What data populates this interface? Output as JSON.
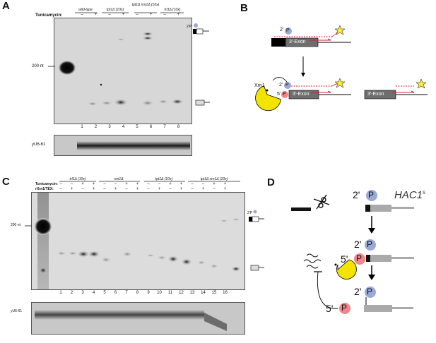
{
  "panels": {
    "A": {
      "letter": "A",
      "tunicamycin_label": "Tunicamycin:",
      "groups": [
        "wild-type",
        "tpt1Δ (10x)",
        "tpt1Δ xrn1Δ (10x)",
        "trl1Δ (10x)"
      ],
      "treatment": [
        "–",
        "+",
        "–",
        "+",
        "–",
        "+",
        "–",
        "+"
      ],
      "size_marker": "200 nt",
      "lanes": [
        "1",
        "2",
        "3",
        "4",
        "5",
        "6",
        "7",
        "8"
      ],
      "loading_control": "yU6-61",
      "phosphate_label": "2'P"
    },
    "B": {
      "letter": "B",
      "phosphate_2": "2'",
      "phosphate_p": "P",
      "exon": "3'-Exon",
      "enzyme": "Xrn1",
      "phosphate_5": "5'",
      "phosphate_5p": "P"
    },
    "C": {
      "letter": "C",
      "tunicamycin_label": "Tunicamycin:",
      "rxrn1_label": "rXrn1/TEX:",
      "groups": [
        "trl1Δ (10x)",
        "xrn1Δ",
        "tpt1Δ (10x)",
        "tpt1Δ xrn1Δ (10x)"
      ],
      "tunicamycin": [
        "–",
        "–",
        "+",
        "+",
        "–",
        "–",
        "+",
        "+",
        "–",
        "–",
        "+",
        "+",
        "–",
        "–",
        "+",
        "+"
      ],
      "rxrn1": [
        "–",
        "+",
        "–",
        "+",
        "–",
        "+",
        "–",
        "+",
        "–",
        "+",
        "–",
        "+",
        "–",
        "+",
        "–",
        "+"
      ],
      "size_marker": "200 nt",
      "lanes": [
        "1",
        "2",
        "3",
        "4",
        "5",
        "6",
        "7",
        "8",
        "9",
        "10",
        "11",
        "12",
        "13",
        "14",
        "15",
        "16"
      ],
      "loading_control": "yU6-61",
      "phosphate_label": "2'P"
    },
    "D": {
      "letter": "D",
      "gene": "HAC1",
      "gene_sup": "s",
      "prime2": "2'",
      "prime5": "5'",
      "p": "P"
    }
  },
  "colors": {
    "phosphate_blue": "#9aa9d6",
    "phosphate_red": "#f1858a",
    "xrn1_yellow": "#f3e400",
    "star_yellow": "#ffee33",
    "probe_red": "#d0202a",
    "exon_gray": "#6e6e6e"
  }
}
